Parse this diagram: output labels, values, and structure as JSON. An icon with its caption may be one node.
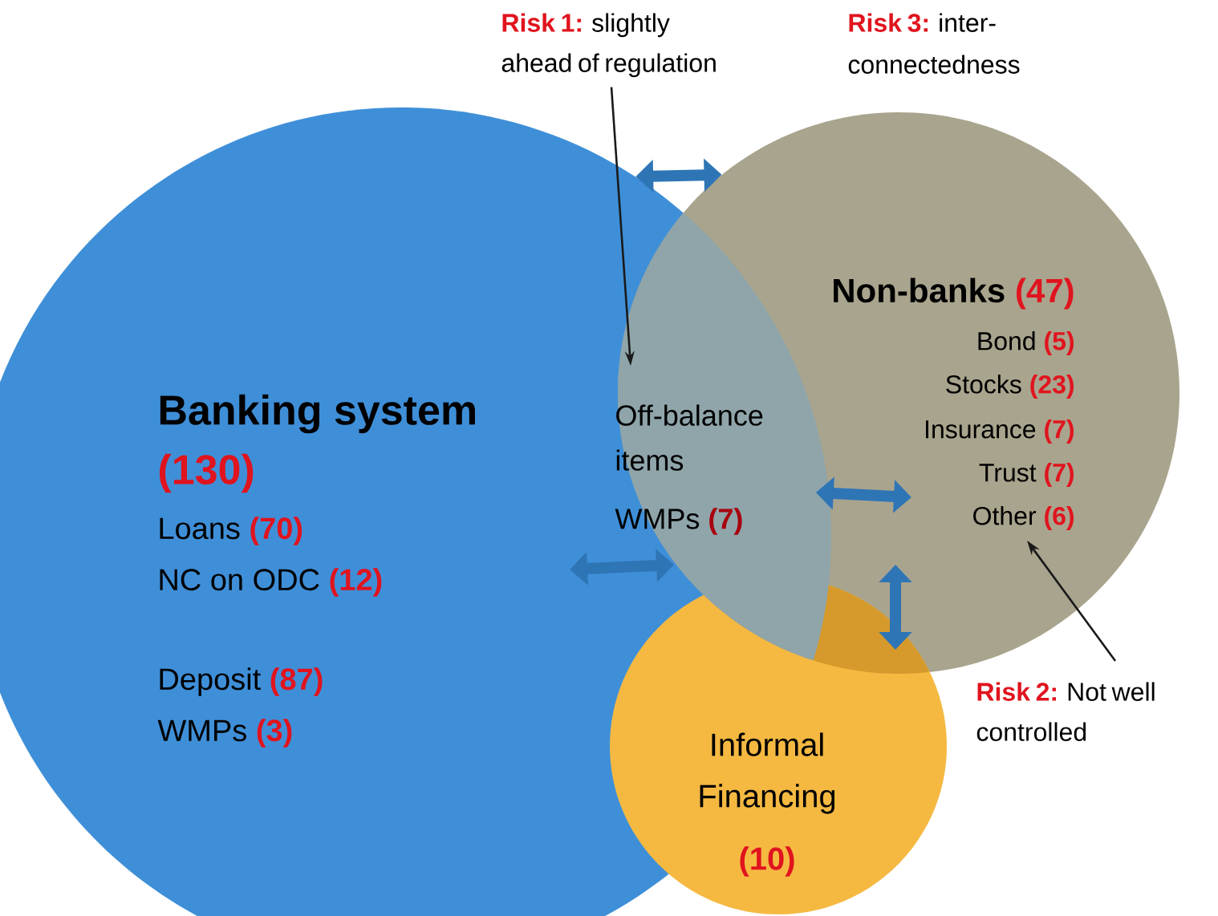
{
  "diagram": {
    "nodes": [
      {
        "text": [
          "Banking system",
          "(130)",
          "Loans",
          "(70)",
          "NC on ODC",
          "(12)",
          "Deposit",
          "(87)",
          "WMPs",
          "(3)"
        ]
      },
      {
        "text": [
          "Non-banks",
          "(47)",
          "Bond",
          "(5)",
          "Stocks",
          "(23)",
          "Insurance",
          "(7)",
          "Trust",
          "(7)",
          "Other",
          "(6)"
        ]
      },
      {
        "text": [
          "Informal Financing",
          "(10)"
        ]
      },
      {
        "text": [
          "Off-balance items",
          "WMPs",
          "(7)"
        ]
      },
      {
        "text": [
          "Risk 1:",
          "slightly ahead of regulation"
        ]
      },
      {
        "text": [
          "Risk 2:",
          "Not well controlled"
        ]
      }
    ],
    "edges": [
      {
        "from": 0,
        "to": 1,
        "arrow": "both"
      },
      {
        "from": 0,
        "to": 3,
        "arrow": "both"
      },
      {
        "from": 3,
        "to": 1,
        "arrow": "both"
      },
      {
        "from": 1,
        "to": 2,
        "arrow": "both"
      },
      {
        "from": 4,
        "to": 3,
        "arrow": "to",
        "color": "#1a1a1a"
      },
      {
        "from": 5,
        "to": 1,
        "arrow": "to",
        "color": "#1a1a1a"
      }
    ],
    "labels": [
      "Risk 3:",
      "inter-connectedness"
    ]
  }
}
